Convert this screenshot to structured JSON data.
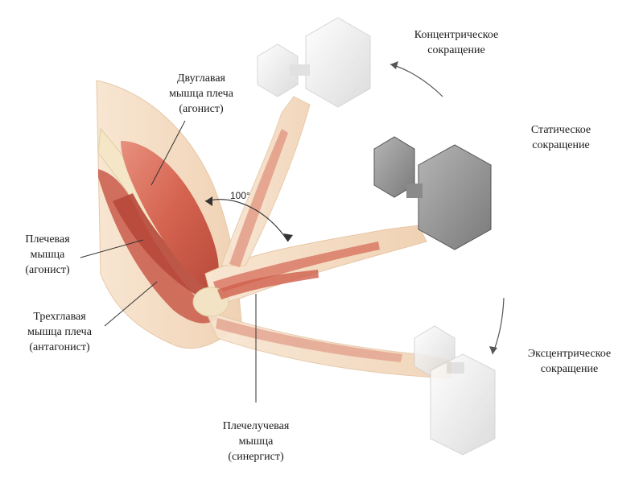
{
  "labels": {
    "biceps": [
      "Двуглавая",
      "мышца плеча",
      "(агонист)"
    ],
    "brachialis": [
      "Плечевая",
      "мышца",
      "(агонист)"
    ],
    "triceps": [
      "Трехглавая",
      "мышца плеча",
      "(антагонист)"
    ],
    "brachioradialis": [
      "Плечелучевая",
      "мышца",
      "(синергист)"
    ],
    "concentric": [
      "Концентрическое",
      "сокращение"
    ],
    "static": [
      "Статическое",
      "сокращение"
    ],
    "eccentric": [
      "Эксцентрическое",
      "сокращение"
    ]
  },
  "angle": "100°",
  "colors": {
    "skin": "#f4dcc4",
    "muscle": "#d9705e",
    "muscle_dark": "#b94b3f",
    "bone": "#f3e6c8",
    "dumbbell_light": "#e4e4e4",
    "dumbbell_dark": "#7a7a7a"
  }
}
